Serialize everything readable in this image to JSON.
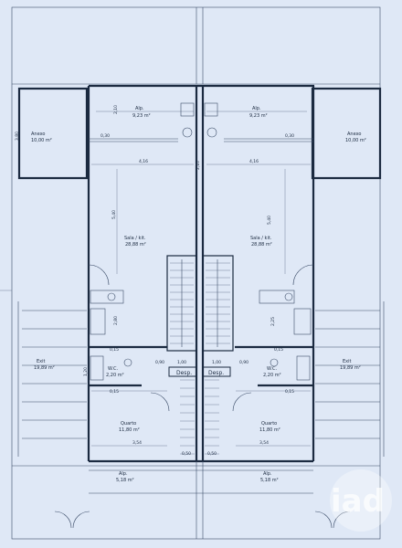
{
  "rooms": {
    "anexo": "Anexo",
    "anexo_area": "10,00 m²",
    "ap": "Alp.",
    "ap_area": "9,23 m²",
    "sala": "Sala / kit.",
    "sala_area": "28,88 m²",
    "quarto": "Quarto",
    "quarto_area": "11,80 m²",
    "wc": "W.C.",
    "wc_area": "2,20 m²",
    "desp": "Desp.",
    "exit": "Exit",
    "exit_area": "19,89 m²",
    "alp_bottom": "Alp.",
    "alp_bottom_area": "5,18 m²"
  },
  "dims": {
    "w416": "4,16",
    "w350": "0,30",
    "h380": "3,80",
    "h210": "2,10",
    "h540": "5,40",
    "h280": "2,80",
    "h225": "2,25",
    "w015": "0,15",
    "w090": "0,90",
    "w100": "1,00",
    "w354": "3,54",
    "w050": "0,50",
    "h120": "1,20"
  },
  "watermark": "iad"
}
